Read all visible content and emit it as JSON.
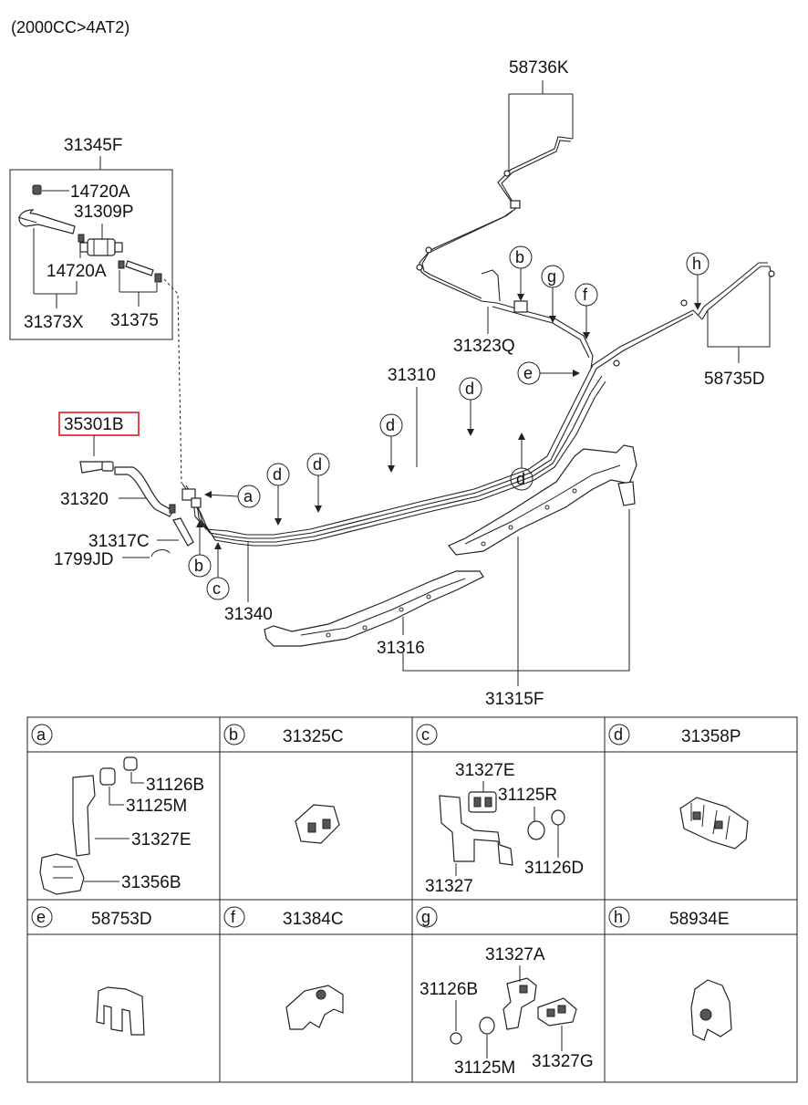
{
  "header": {
    "spec": "(2000CC>4AT2)"
  },
  "colors": {
    "highlight": "#e0191f",
    "line": "#222222",
    "background": "#ffffff"
  },
  "labels": {
    "p58736K": "58736K",
    "p31345F": "31345F",
    "p14720A_1": "14720A",
    "p31309P": "31309P",
    "p14720A_2": "14720A",
    "p31373X": "31373X",
    "p31375": "31375",
    "p35301B": "35301B",
    "p31320": "31320",
    "p31317C": "31317C",
    "p1799JD": "1799JD",
    "p31340": "31340",
    "p31310": "31310",
    "p31323Q": "31323Q",
    "p58735D": "58735D",
    "p31316": "31316",
    "p31315F": "31315F"
  },
  "callouts": {
    "a": "a",
    "b1": "b",
    "c1": "c",
    "d1": "d",
    "d2": "d",
    "d3": "d",
    "d4": "d",
    "d5": "d",
    "e1": "e",
    "f1": "f",
    "g1": "g",
    "h1": "h",
    "b2": "b"
  },
  "table": {
    "cells": [
      {
        "letter": "a",
        "title": "",
        "parts": [
          "31126B",
          "31125M",
          "31327E",
          "31356B"
        ]
      },
      {
        "letter": "b",
        "title": "31325C",
        "parts": []
      },
      {
        "letter": "c",
        "title": "",
        "parts": [
          "31327E",
          "31125R",
          "31327",
          "31126D"
        ]
      },
      {
        "letter": "d",
        "title": "31358P",
        "parts": []
      },
      {
        "letter": "e",
        "title": "58753D",
        "parts": []
      },
      {
        "letter": "f",
        "title": "31384C",
        "parts": []
      },
      {
        "letter": "g",
        "title": "",
        "parts": [
          "31327A",
          "31126B",
          "31125M",
          "31327G"
        ]
      },
      {
        "letter": "h",
        "title": "58934E",
        "parts": []
      }
    ]
  }
}
